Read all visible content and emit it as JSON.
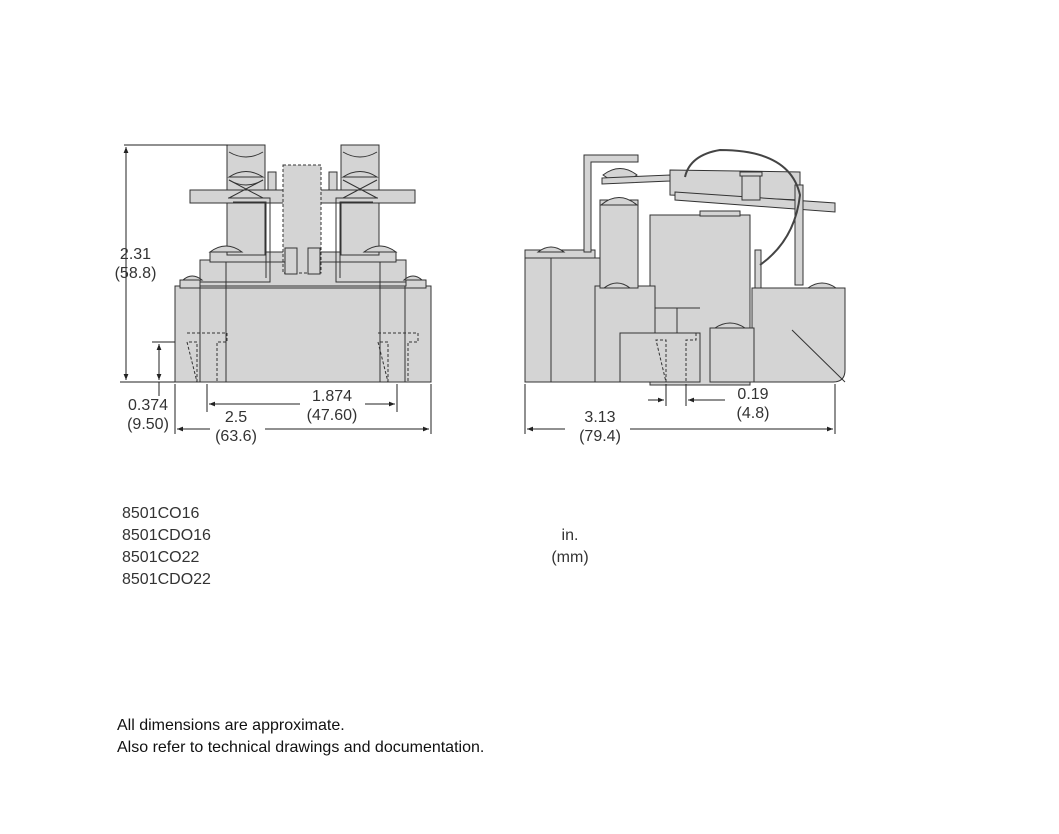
{
  "front_view": {
    "height": {
      "in": "2.31",
      "mm": "(58.8)"
    },
    "pin_height": {
      "in": "0.374",
      "mm": "(9.50)"
    },
    "width": {
      "in": "2.5",
      "mm": "(63.6)"
    },
    "terminal_spacing": {
      "in": "1.874",
      "mm": "(47.60)"
    }
  },
  "side_view": {
    "length": {
      "in": "3.13",
      "mm": "(79.4)"
    },
    "pin_width": {
      "in": "0.19",
      "mm": "(4.8)"
    }
  },
  "models": [
    "8501CO16",
    "8501CDO16",
    "8501CO22",
    "8501CDO22"
  ],
  "units": {
    "primary": "in.",
    "secondary": "(mm)"
  },
  "notes": [
    "All dimensions are approximate.",
    "Also refer to technical drawings and documentation."
  ],
  "colors": {
    "body_fill": "#d4d4d4",
    "line": "#333333"
  }
}
